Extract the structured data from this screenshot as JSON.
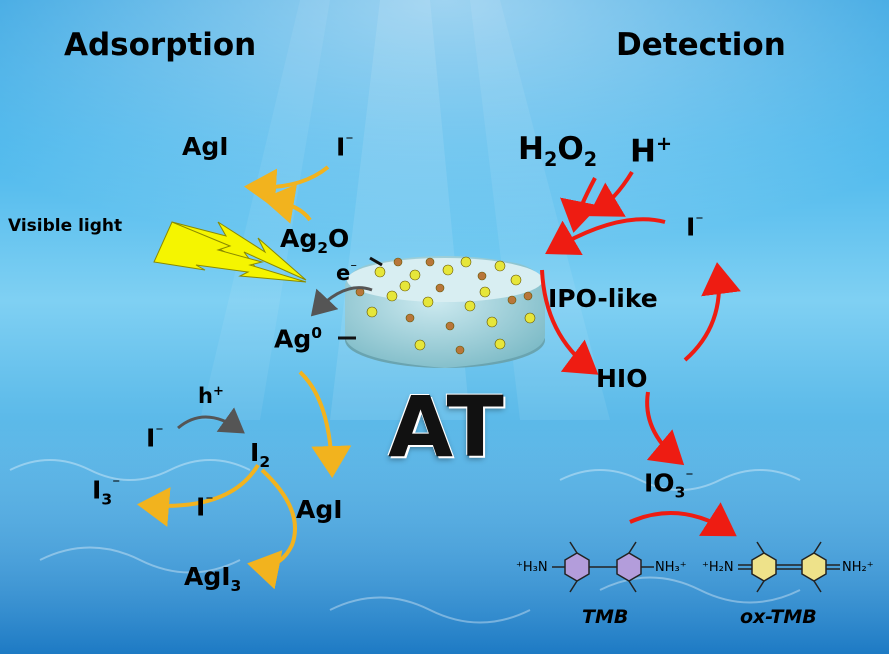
{
  "headers": {
    "adsorption": "Adsorption",
    "detection": "Detection"
  },
  "left": {
    "agi_top": "AgI",
    "iodide_top": "I",
    "visible_light": "Visible light",
    "ag2o_base": "Ag",
    "ag2o_sub": "2",
    "ag2o_end": "O",
    "electron": "e",
    "ag0_base": "Ag",
    "ag0_sup": "0",
    "hole": "h",
    "iodide_a": "I",
    "iodine_base": "I",
    "iodine_sub": "2",
    "triiodide_base": "I",
    "triiodide_sub": "3",
    "iodide_b": "I",
    "agi_mid": "AgI",
    "agi3_base": "AgI",
    "agi3_sub": "3"
  },
  "center": {
    "material": "AT"
  },
  "right": {
    "h2o2_base": "H",
    "h2o2_sub1": "2",
    "h2o2_mid": "O",
    "h2o2_sub2": "2",
    "proton": "H",
    "iodide": "I",
    "ipo_like": "IPO-like",
    "hio": "HIO",
    "io3_base": "IO",
    "io3_sub": "3",
    "tmb": "TMB",
    "ox_tmb": "ox-TMB",
    "tmb_left_group": "⁺H₃N",
    "tmb_right_group": "NH₃⁺",
    "ox_left_group": "⁺H₂N",
    "ox_right_group": "NH₂⁺"
  },
  "charges": {
    "minus": "⁻",
    "plus": "+"
  },
  "colors": {
    "yellow_arrow": "#f2b31e",
    "red_arrow": "#ee1c12",
    "gray_arrow": "#555555",
    "bolt": "#f5f500"
  }
}
